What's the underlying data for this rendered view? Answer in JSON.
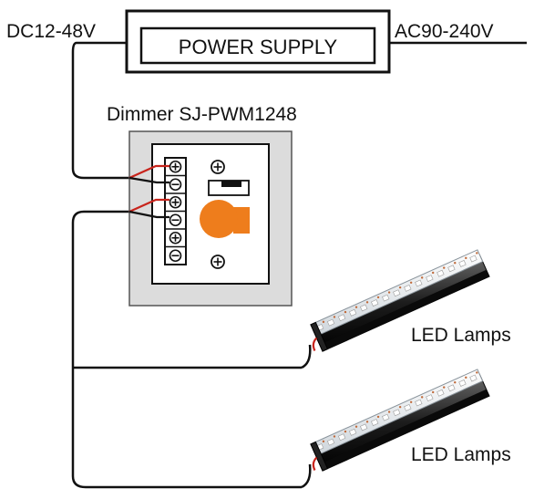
{
  "labels": {
    "dc_voltage": "DC12-48V",
    "power_supply": "POWER SUPPLY",
    "ac_voltage": "AC90-240V",
    "dimmer": "Dimmer SJ-PWM1248",
    "led_lamps_1": "LED Lamps",
    "led_lamps_2": "LED Lamps"
  },
  "terminals": [
    "+",
    "−",
    "+",
    "−",
    "+",
    "−"
  ],
  "colors": {
    "wire": "#111111",
    "lead_wire": "#c8241c",
    "dimmer_plate": "#dcdcdc",
    "knob": "#ee7d1c"
  },
  "icons": [
    "screw-icon",
    "knob-icon",
    "slide-switch-icon",
    "led-bar-icon"
  ]
}
